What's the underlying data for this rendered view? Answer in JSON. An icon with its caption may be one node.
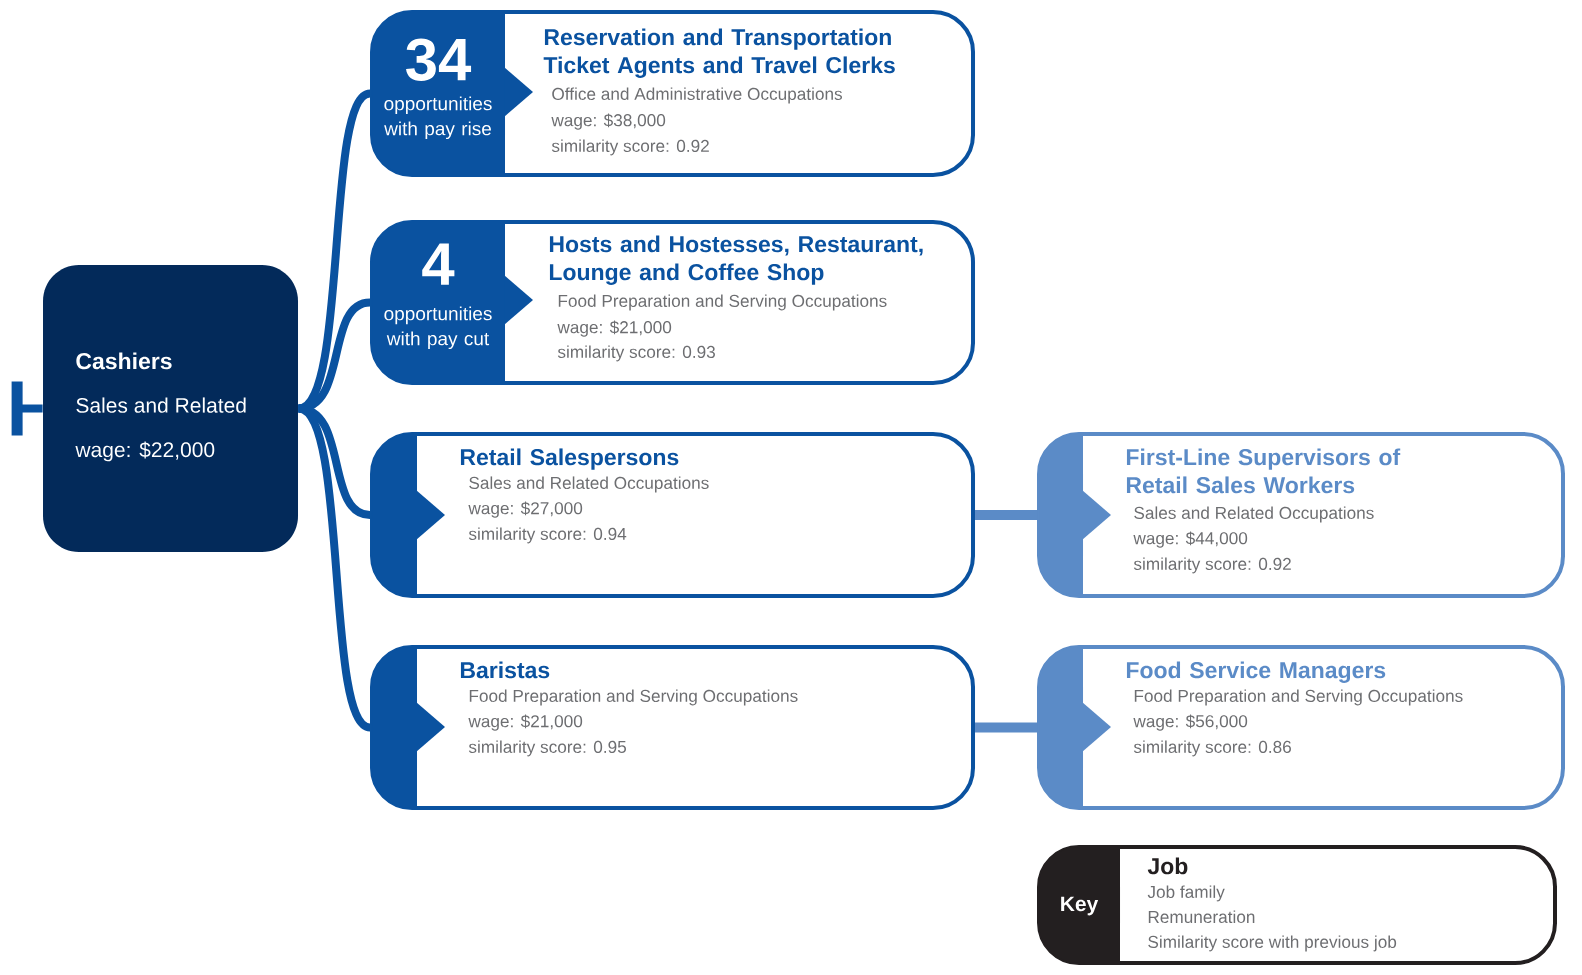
{
  "diagram": {
    "nodes": [
      {
        "text": [
          "Cashiers",
          "Sales and Related",
          "wage: $22,000"
        ]
      },
      {
        "text": [
          "34",
          "opportunities with pay rise",
          "Reservation and Transportation Ticket Agents and Travel Clerks",
          "Office and Administrative Occupations",
          "wage: $38,000",
          "similarity score: 0.92"
        ]
      },
      {
        "text": [
          "4",
          "opportunities with pay cut",
          "Hosts and Hostesses, Restaurant, Lounge and Coffee Shop",
          "Food Preparation and Serving Occupations",
          "wage: $21,000",
          "similarity score: 0.93"
        ]
      },
      {
        "text": [
          "Retail Salespersons",
          "Sales and Related Occupations",
          "wage: $27,000",
          "similarity score: 0.94"
        ]
      },
      {
        "text": [
          "Baristas",
          "Food Preparation and Serving Occupations",
          "wage: $21,000",
          "similarity score: 0.95"
        ]
      },
      {
        "text": [
          "First-Line Supervisors of Retail Sales Workers",
          "Sales and Related Occupations",
          "wage: $44,000",
          "similarity score: 0.92"
        ]
      },
      {
        "text": [
          "Food Service Managers",
          "Food Preparation and Serving Occupations",
          "wage: $56,000",
          "similarity score: 0.86"
        ]
      },
      {
        "text": [
          "Key",
          "Job",
          "Job family",
          "Remuneration",
          "Similarity score with previous job"
        ]
      }
    ],
    "edges": [
      {
        "from": 0,
        "to": null,
        "arrow": "other"
      },
      {
        "from": 0,
        "to": 1,
        "arrow": "none"
      },
      {
        "from": 0,
        "to": 2,
        "arrow": "none"
      },
      {
        "from": 0,
        "to": 3,
        "arrow": "none"
      },
      {
        "from": 0,
        "to": 4,
        "arrow": "none"
      },
      {
        "from": 3,
        "to": 5,
        "arrow": "none",
        "color": "#5b8bc7"
      },
      {
        "from": 4,
        "to": 6,
        "arrow": "none",
        "color": "#5b8bc7"
      }
    ]
  }
}
